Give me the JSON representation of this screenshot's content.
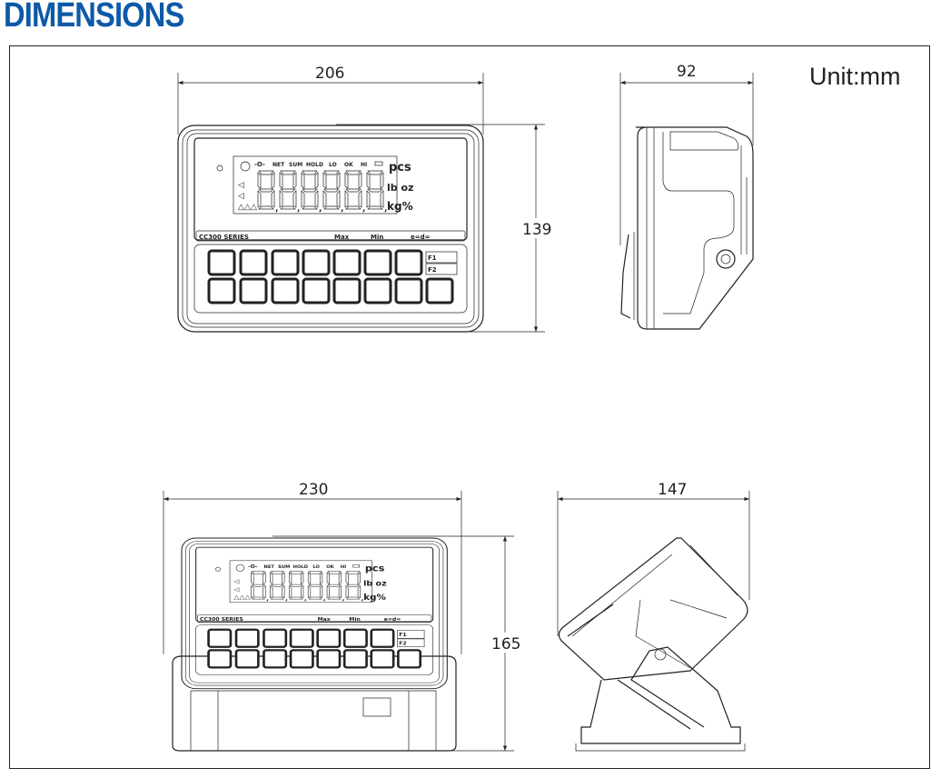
{
  "title": "DIMENSIONS",
  "unit_label": "Unit:mm",
  "accent_color": "#0d5aa7",
  "dimensions": {
    "front_width": "206",
    "front_height": "139",
    "side_depth": "92",
    "stand_width": "230",
    "stand_height": "165",
    "stand_depth": "147"
  },
  "lcd": {
    "annunciators": [
      "NET",
      "SUM",
      "HOLD",
      "LO",
      "OK",
      "HI"
    ],
    "units": [
      "pcs",
      "lb oz",
      "kg%"
    ],
    "strip": {
      "series": "CC300 SERIES",
      "max": "Max",
      "min": "Min",
      "e": "e=d="
    },
    "keys": {
      "f1": "F1",
      "f2": "F2"
    }
  }
}
